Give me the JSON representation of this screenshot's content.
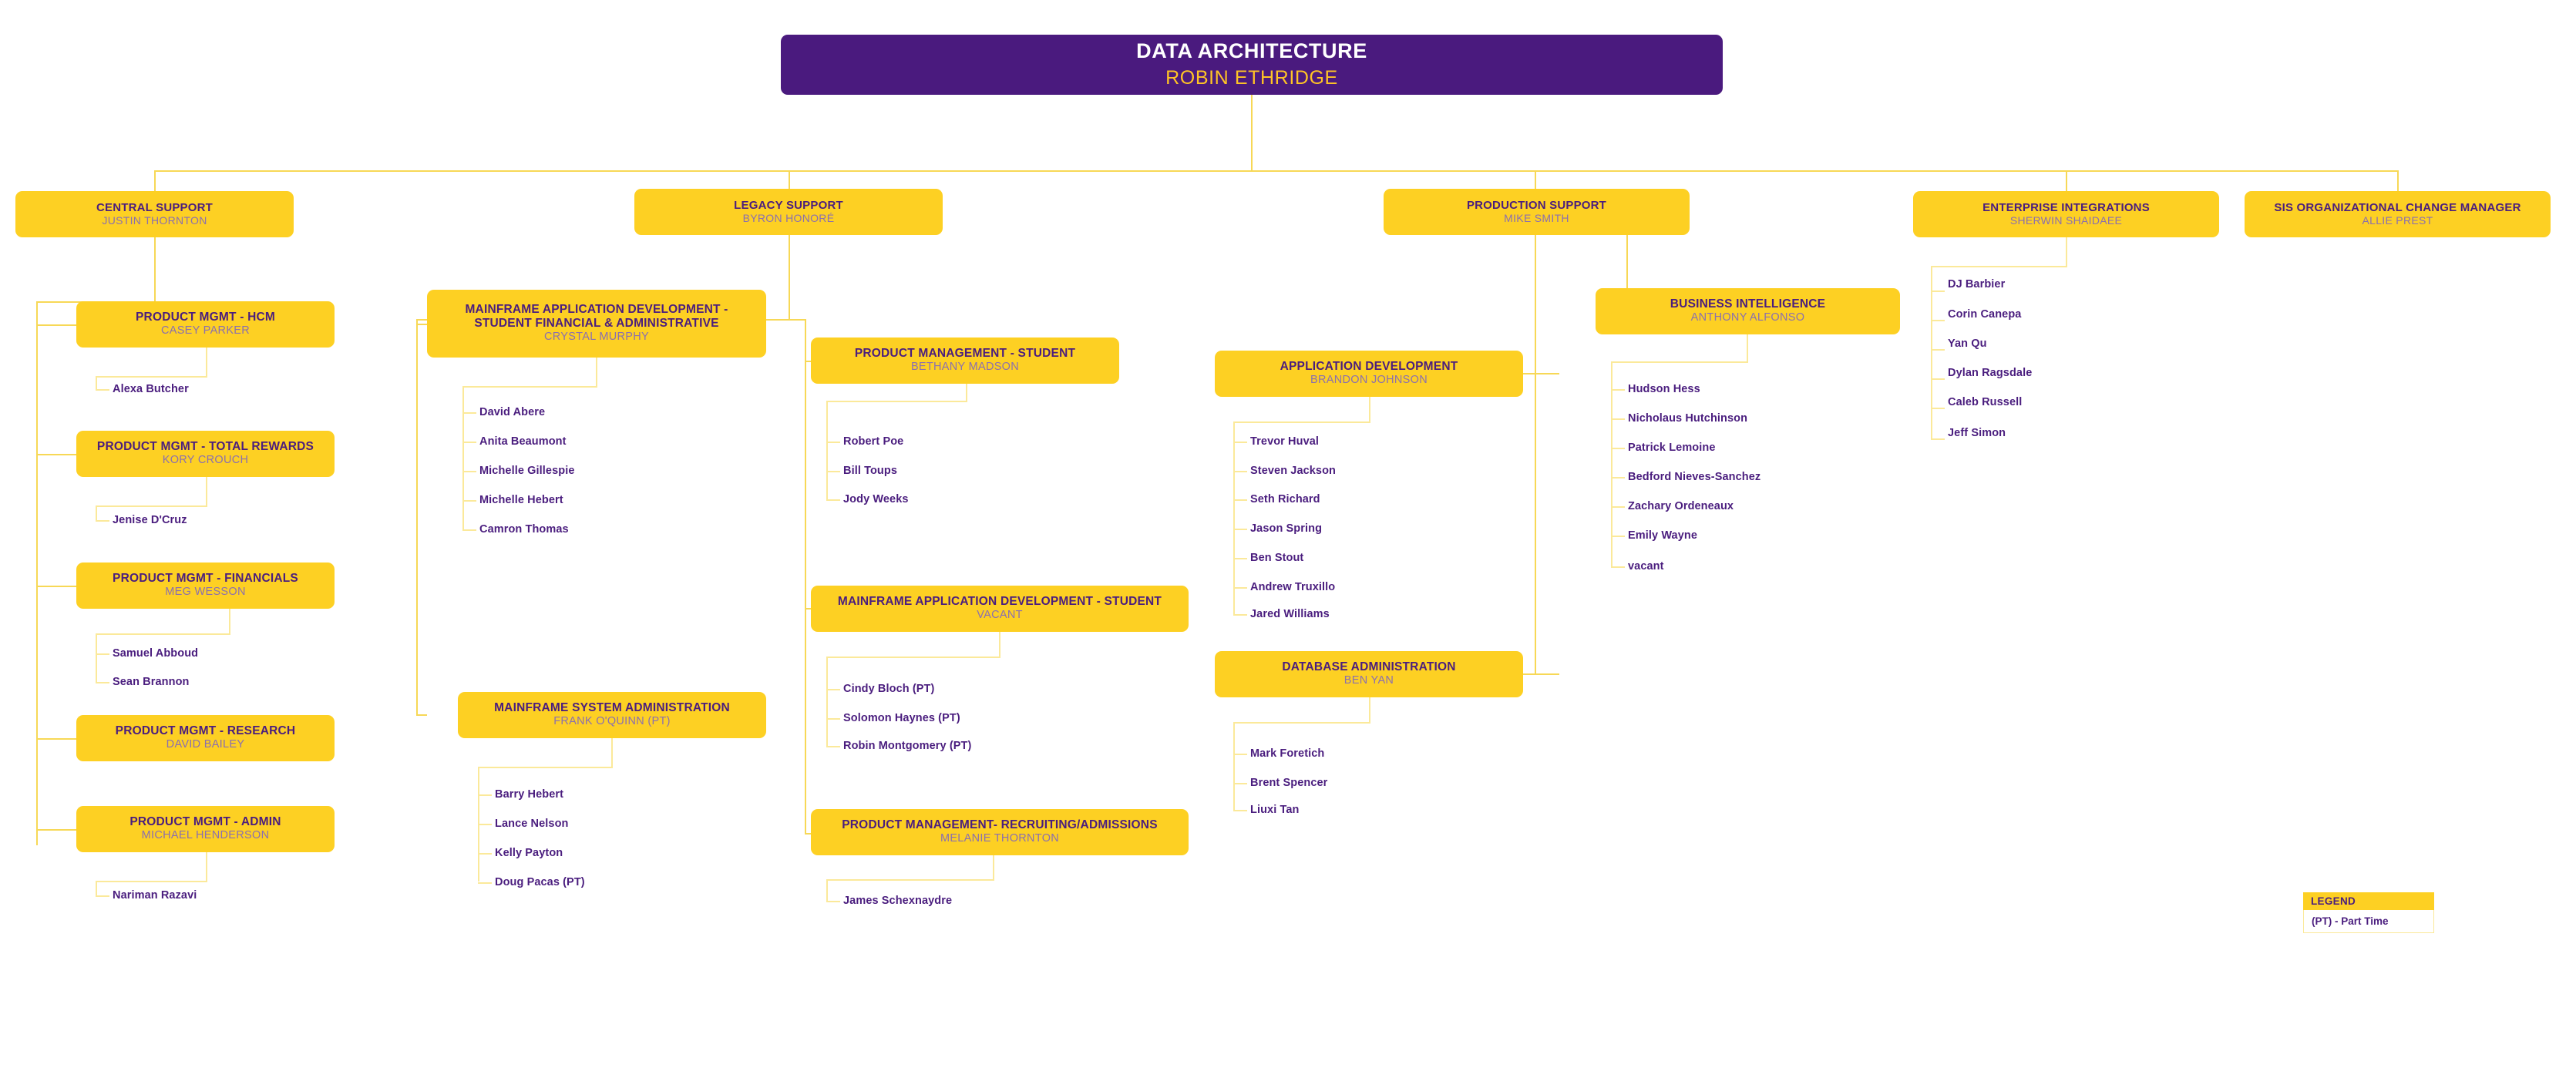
{
  "root": {
    "title": "DATA ARCHITECTURE",
    "person": "ROBIN ETHRIDGE"
  },
  "divisions": [
    {
      "title": "CENTRAL SUPPORT",
      "person": "JUSTIN THORNTON"
    },
    {
      "title": "LEGACY SUPPORT",
      "person": "BYRON HONORÉ"
    },
    {
      "title": "PRODUCTION SUPPORT",
      "person": "MIKE SMITH"
    },
    {
      "title": "ENTERPRISE INTEGRATIONS",
      "person": "SHERWIN SHAIDAEE"
    },
    {
      "title": "SIS ORGANIZATIONAL CHANGE MANAGER",
      "person": "ALLIE PREST"
    }
  ],
  "teams": [
    {
      "id": "hcm",
      "title": "PRODUCT MGMT - HCM",
      "person": "CASEY PARKER"
    },
    {
      "id": "rewards",
      "title": "PRODUCT MGMT - TOTAL REWARDS",
      "person": "KORY CROUCH"
    },
    {
      "id": "financials",
      "title": "PRODUCT MGMT - FINANCIALS",
      "person": "MEG WESSON"
    },
    {
      "id": "research",
      "title": "PRODUCT MGMT - RESEARCH",
      "person": "DAVID BAILEY"
    },
    {
      "id": "admin",
      "title": "PRODUCT MGMT - ADMIN",
      "person": "MICHAEL HENDERSON"
    },
    {
      "id": "mfsfa",
      "title": "MAINFRAME APPLICATION  DEVELOPMENT - STUDENT FINANCIAL & ADMINISTRATIVE",
      "person": "CRYSTAL MURPHY"
    },
    {
      "id": "mfsysadmin",
      "title": "MAINFRAME SYSTEM ADMINISTRATION",
      "person": "FRANK O'QUINN (PT)"
    },
    {
      "id": "pmstudent",
      "title": "PRODUCT MANAGEMENT - STUDENT",
      "person": "BETHANY MADSON"
    },
    {
      "id": "mfstudent",
      "title": "MAINFRAME APPLICATION DEVELOPMENT - STUDENT",
      "person": "VACANT"
    },
    {
      "id": "recruiting",
      "title": "PRODUCT MANAGEMENT- RECRUITING/ADMISSIONS",
      "person": "MELANIE THORNTON"
    },
    {
      "id": "appdev",
      "title": "APPLICATION DEVELOPMENT",
      "person": "BRANDON JOHNSON"
    },
    {
      "id": "dba",
      "title": "DATABASE ADMINISTRATION",
      "person": "BEN YAN"
    },
    {
      "id": "bi",
      "title": "BUSINESS INTELLIGENCE",
      "person": "ANTHONY ALFONSO"
    }
  ],
  "employees": {
    "hcm": [
      "Alexa Butcher"
    ],
    "rewards": [
      "Jenise D'Cruz"
    ],
    "financials": [
      "Samuel Abboud",
      "Sean Brannon"
    ],
    "admin": [
      "Nariman Razavi"
    ],
    "mfsfa": [
      "David Abere",
      "Anita Beaumont",
      "Michelle Gillespie",
      "Michelle Hebert",
      "Camron Thomas"
    ],
    "mfsysadmin": [
      "Barry Hebert",
      "Lance Nelson",
      "Kelly Payton",
      "Doug Pacas (PT)"
    ],
    "pmstudent": [
      "Robert Poe",
      "Bill Toups",
      "Jody Weeks"
    ],
    "mfstudent": [
      "Cindy Bloch (PT)",
      "Solomon Haynes (PT)",
      "Robin Montgomery (PT)"
    ],
    "recruiting": [
      "James Schexnaydre"
    ],
    "appdev": [
      "Trevor Huval",
      "Steven Jackson",
      "Seth Richard",
      "Jason Spring",
      "Ben Stout",
      "Andrew Truxillo",
      "Jared Williams"
    ],
    "dba": [
      "Mark Foretich",
      "Brent Spencer",
      "Liuxi Tan"
    ],
    "bi": [
      "Hudson Hess",
      "Nicholaus Hutchinson",
      "Patrick Lemoine",
      "Bedford Nieves-Sanchez",
      "Zachary Ordeneaux",
      "Emily Wayne",
      "vacant"
    ],
    "enterprise": [
      "DJ Barbier",
      "Corin Canepa",
      "Yan Qu",
      "Dylan Ragsdale",
      "Caleb Russell",
      "Jeff Simon"
    ]
  },
  "legend": {
    "header": "LEGEND",
    "entry": "(PT) - Part Time"
  },
  "colors": {
    "box_fill": "#FDD023",
    "root_fill": "#4A1A7E",
    "title_text": "#4A1D7E",
    "person_text": "#8A6FB0",
    "root_person_text": "#FFC425",
    "connector": "#F7D856",
    "connector_pale": "#FBE99A",
    "background": "#FFFFFF"
  }
}
